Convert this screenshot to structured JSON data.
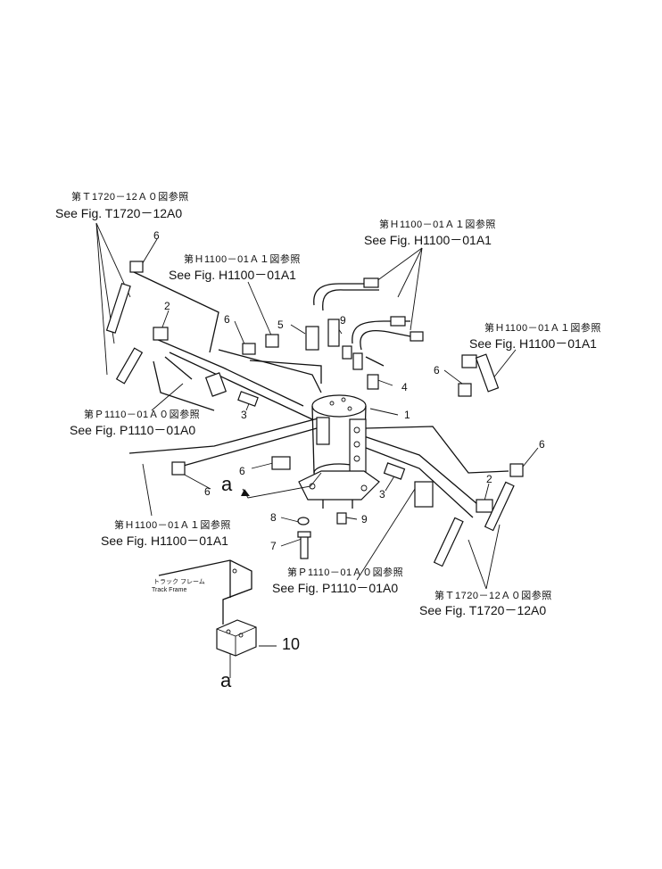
{
  "callouts": {
    "tl": {
      "jp": "第Ｔ1720－12Ａ０図参照",
      "en": "See Fig. T1720－12A0"
    },
    "tc": {
      "jp": "第Ｈ1100－01Ａ１図参照",
      "en": "See Fig. H1100－01A1"
    },
    "tr": {
      "jp": "第Ｈ1100－01Ａ１図参照",
      "en": "See Fig. H1100－01A1"
    },
    "r": {
      "jp": "第Ｈ1100－01Ａ１図参照",
      "en": "See Fig. H1100－01A1"
    },
    "ml": {
      "jp": "第Ｐ1110－01Ａ０図参照",
      "en": "See Fig. P1110－01A0"
    },
    "bl": {
      "jp": "第Ｈ1100－01Ａ１図参照",
      "en": "See Fig. H1100－01A1"
    },
    "bc": {
      "jp": "第Ｐ1110－01Ａ０図参照",
      "en": "See Fig. P1110－01A0"
    },
    "br": {
      "jp": "第Ｔ1720－12Ａ０図参照",
      "en": "See Fig. T1720－12A0"
    }
  },
  "part_numbers": {
    "p1": "1",
    "p2": "2",
    "p3": "3",
    "p4": "4",
    "p5": "5",
    "p6": "6",
    "p7": "7",
    "p8": "8",
    "p9": "9",
    "p10": "10"
  },
  "view_marker": "a",
  "track_frame": {
    "jp": "トラック フレーム",
    "en": "Track Frame"
  }
}
